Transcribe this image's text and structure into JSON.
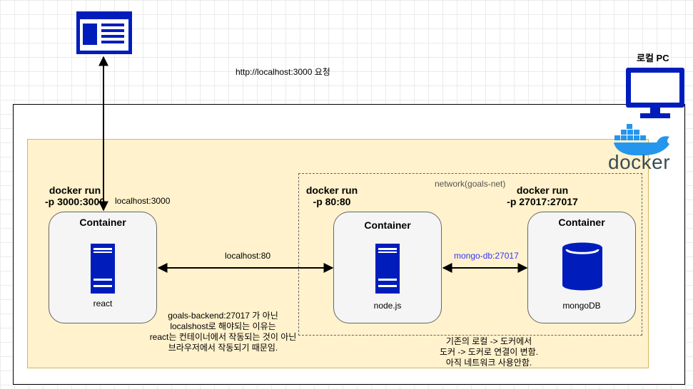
{
  "top_request_label": "http://localhost:3000 요청",
  "local_pc_label": "로컬 PC",
  "docker_logo_text": "docker",
  "network_label": "network(goals-net)",
  "react": {
    "cmd_line1": "docker run",
    "cmd_line2": "-p 3000:3000",
    "port_label": "localhost:3000",
    "title": "Container",
    "name": "react"
  },
  "node": {
    "cmd_line1": "docker run",
    "cmd_line2": "-p 80:80",
    "title": "Container",
    "name": "node.js"
  },
  "mongo": {
    "cmd_line1": "docker run",
    "cmd_line2": "-p 27017:27017",
    "title": "Container",
    "name": "mongoDB"
  },
  "edge_react_node": "localhost:80",
  "edge_node_mongo": "mongo-db:27017",
  "note_react": {
    "line1": "goals-backend:27017 가 아닌",
    "line2": "localshost로 해야되는 이유는",
    "line3": "react는 컨테이너에서 작동되는 것이 아닌",
    "line4": "브라우저에서 작동되기 때문임."
  },
  "note_network": {
    "line1": "기존의 로컬 -> 도커에서",
    "line2": "도커 -> 도커로 연결이 변함.",
    "line3": "아직 네트워크 사용안함."
  },
  "colors": {
    "icon_blue": "#001dbc",
    "container_fill": "#f5f5f5",
    "area_fill": "#fff2cc",
    "area_border": "#d6b656",
    "edge_label_blue": "#3333ff",
    "docker_blue": "#2496ed",
    "docker_text": "#394d54"
  }
}
